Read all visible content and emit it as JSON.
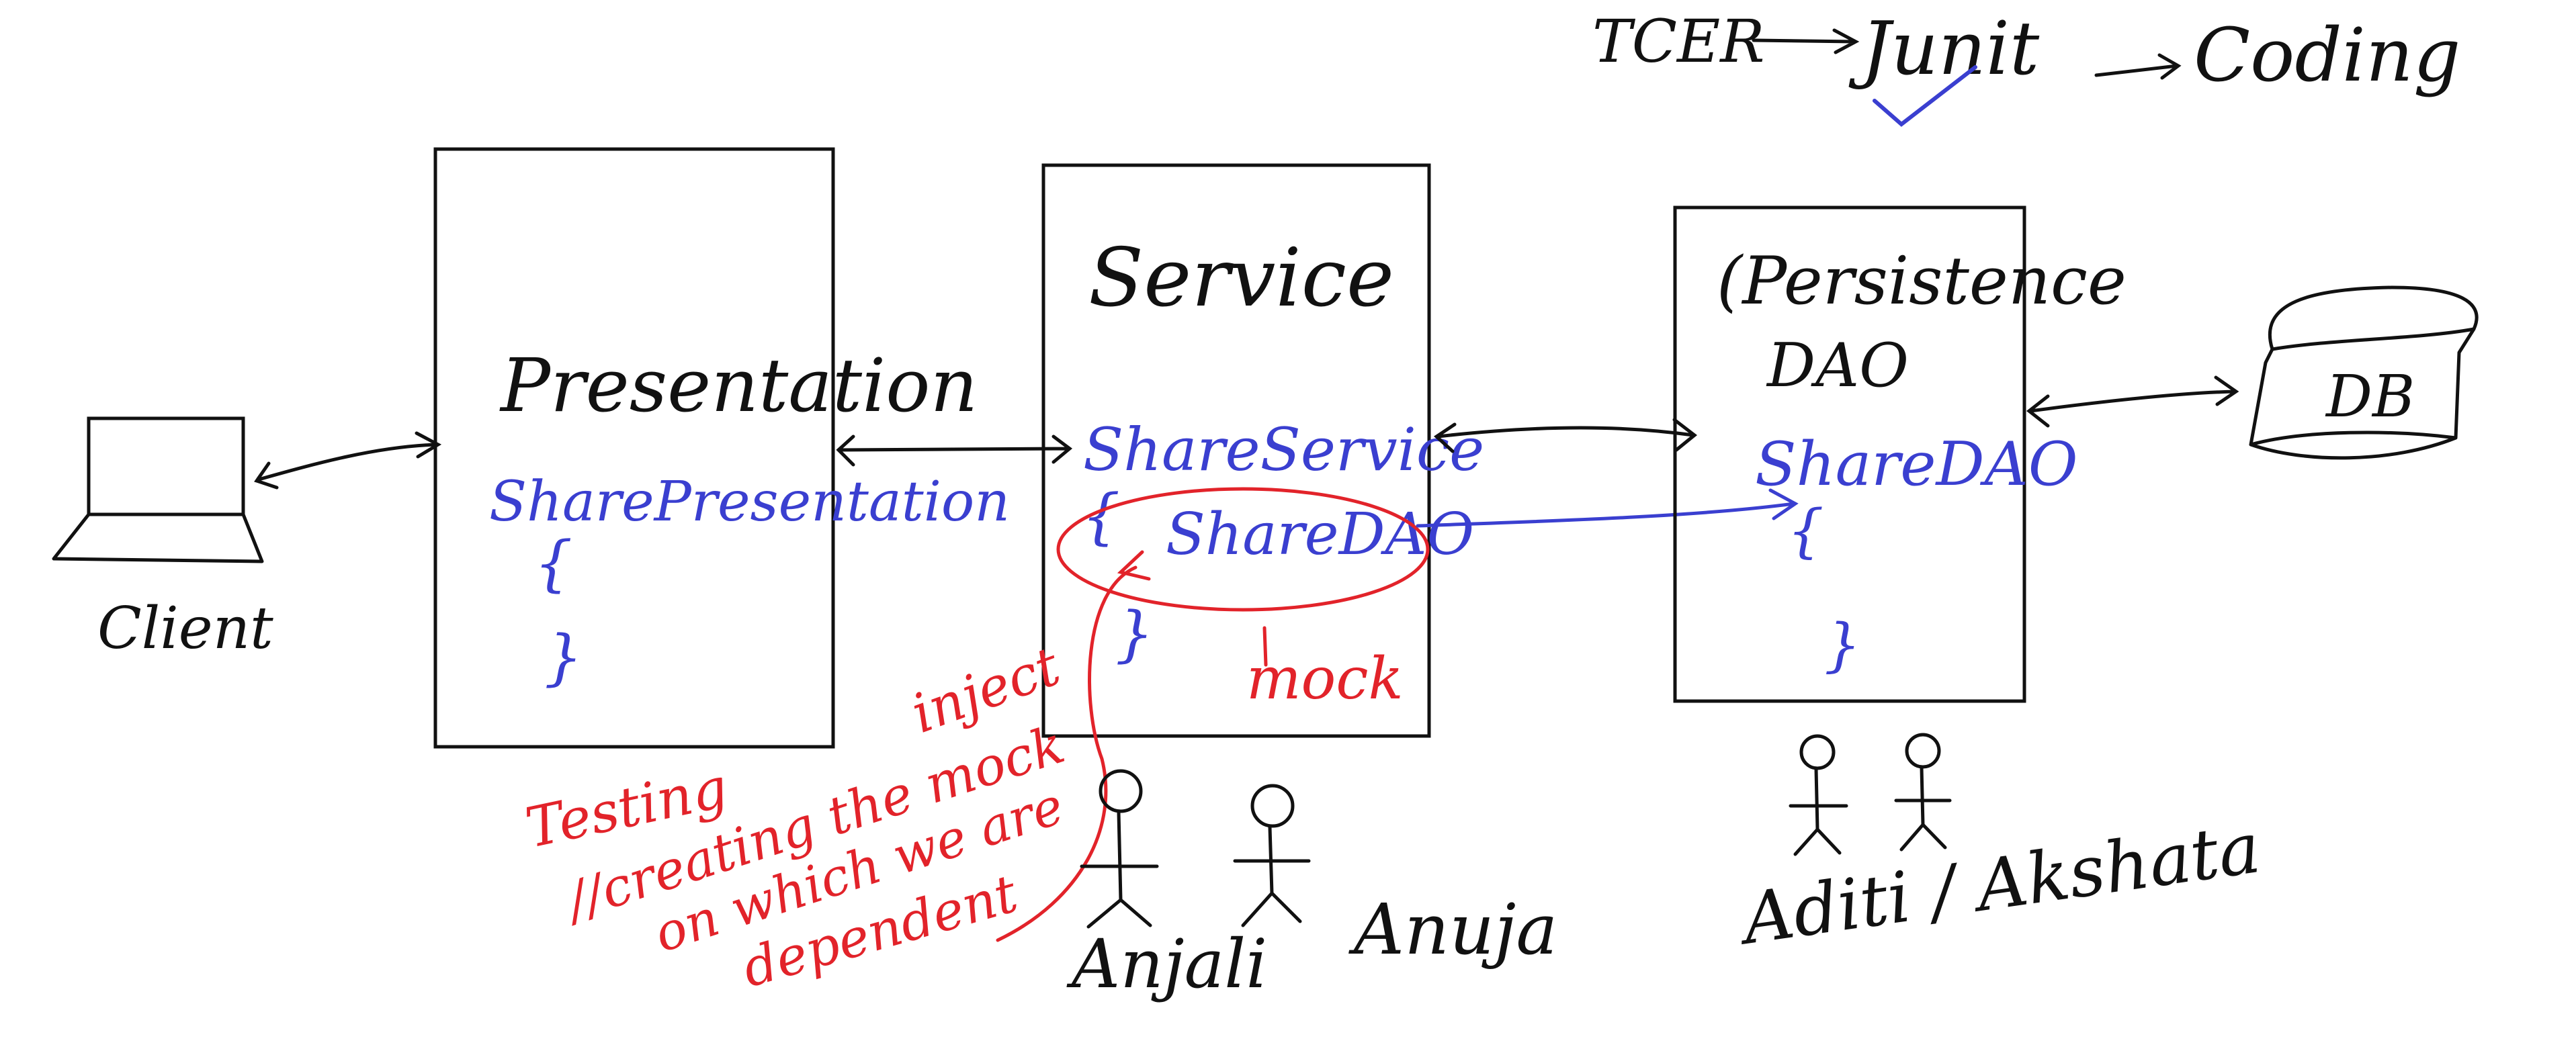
{
  "title_flow": {
    "step1": "TCER",
    "step2": "Junit",
    "step3": "Coding"
  },
  "client": {
    "label": "Client"
  },
  "presentation": {
    "title": "Presentation",
    "class_name": "SharePresentation",
    "open_brace": "{",
    "close_brace": "}"
  },
  "service": {
    "title": "Service",
    "class_name": "ShareService",
    "open_brace": "{",
    "field": "ShareDAO",
    "close_brace": "}",
    "mock_note": "mock",
    "inject_note": "inject"
  },
  "persistence": {
    "title": "(Persistence",
    "subtitle": "DAO",
    "class_name": "ShareDAO",
    "open_brace": "{",
    "close_brace": "}"
  },
  "db": {
    "label": "DB"
  },
  "testing_note": {
    "line1": "Testing",
    "line2": "//creating the mock",
    "line3": "on which we are",
    "line4": "dependent"
  },
  "people": {
    "service_team_1": "Anjali",
    "service_team_2": "Anuja",
    "persistence_team": "Aditi / Akshata"
  },
  "colors": {
    "black": "#111111",
    "blue": "#3a3fd0",
    "red": "#e2232a"
  }
}
